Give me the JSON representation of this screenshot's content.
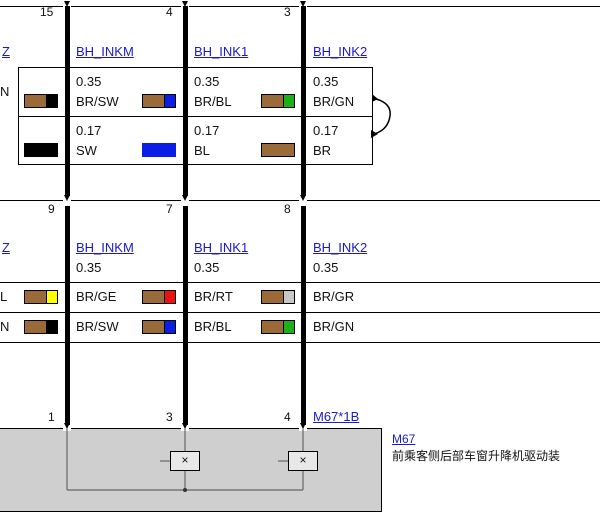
{
  "colors": {
    "brown": "#9a6a38",
    "black": "#000000",
    "blue": "#0a1ee6",
    "green": "#19b319",
    "yellow": "#ffff00",
    "red": "#ee1111",
    "grey": "#c8c8c8",
    "link": "#1a1acc",
    "module_fill": "#cfcfcf"
  },
  "top": {
    "pins": [
      "15",
      "4",
      "3"
    ],
    "edge_label": "Z",
    "headers": [
      "BH_INKM",
      "BH_INK1",
      "BH_INK2"
    ],
    "row_left_letter": "N",
    "row1": [
      {
        "gauge": "0.35",
        "color": "BR/SW"
      },
      {
        "gauge": "0.35",
        "color": "BR/BL"
      },
      {
        "gauge": "0.35",
        "color": "BR/GN"
      }
    ],
    "row2": [
      {
        "gauge": "0.17",
        "color": "SW"
      },
      {
        "gauge": "0.17",
        "color": "BL"
      },
      {
        "gauge": "0.17",
        "color": "BR"
      }
    ]
  },
  "middle": {
    "pins": [
      "9",
      "7",
      "8"
    ],
    "edge_label": "Z",
    "headers": [
      "BH_INKM",
      "BH_INK1",
      "BH_INK2"
    ],
    "gauges": [
      "0.35",
      "0.35",
      "0.35"
    ],
    "row1_left_letter": "L",
    "row2_left_letter": "N",
    "row1": [
      "BR/GE",
      "BR/RT",
      "BR/GR"
    ],
    "row2": [
      "BR/SW",
      "BR/BL",
      "BR/GN"
    ]
  },
  "bottom": {
    "pins": [
      "1",
      "3",
      "4"
    ],
    "connector": "M67*1B",
    "module_id": "M67",
    "module_desc": "前乘客侧后部车窗升降机驱动装",
    "switch_symbol": "×"
  }
}
